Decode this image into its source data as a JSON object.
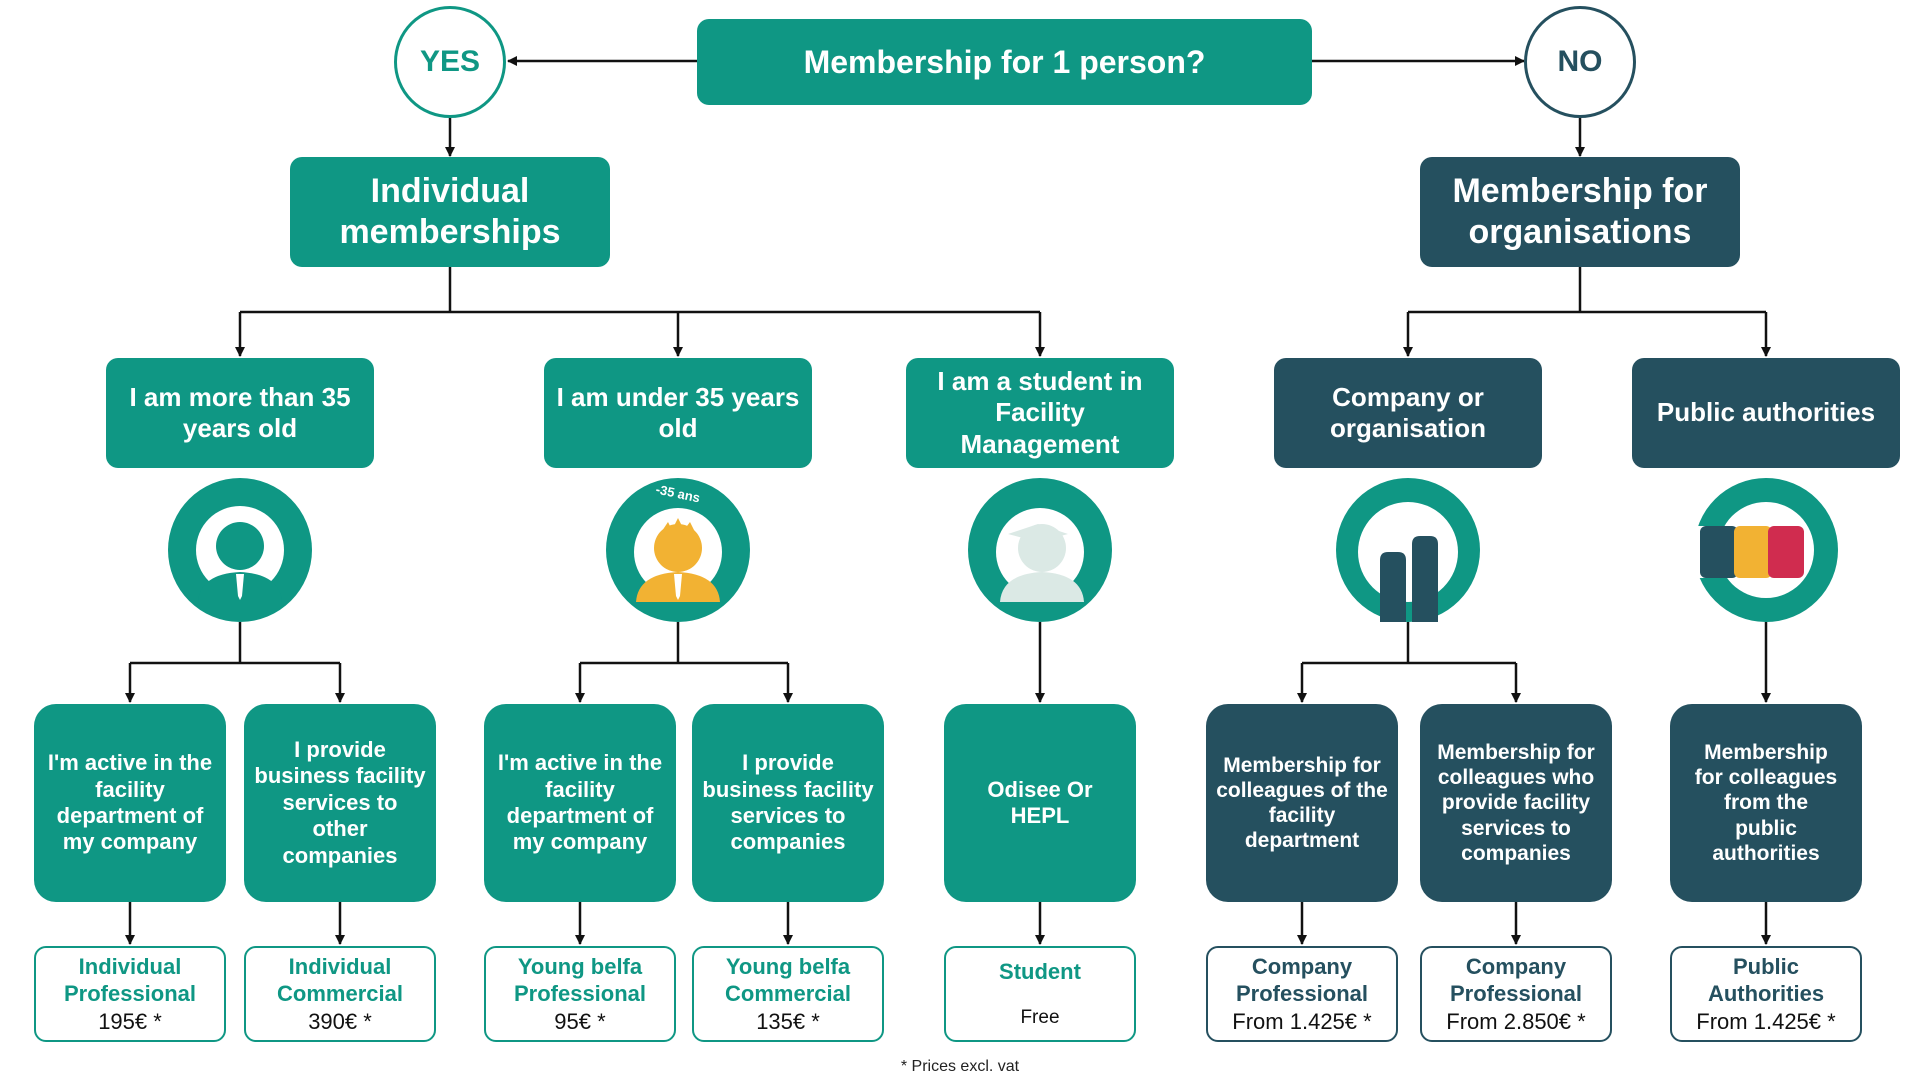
{
  "colors": {
    "teal": "#0f9784",
    "navy": "#25505f",
    "yellow": "#f2b233",
    "red": "#d02c4f",
    "light": "#dbe9e5"
  },
  "root": {
    "question": "Membership for 1 person?",
    "yes": "YES",
    "no": "NO"
  },
  "individual": {
    "title": "Individual memberships",
    "over35": {
      "label": "I am more than 35 years old",
      "icon": "person-icon",
      "facility": {
        "label": "I'm active in the facility department of my company",
        "price_name": "Individual Professional",
        "price": "195€ *"
      },
      "services": {
        "label": "I provide business facility services to other companies",
        "price_name": "Individual Commercial",
        "price": "390€ *"
      }
    },
    "under35": {
      "label": "I am under 35 years old",
      "icon": "young-person-icon",
      "badge": "-35 ans",
      "facility": {
        "label": "I'm active in the facility department of my company",
        "price_name": "Young belfa Professional",
        "price": "95€ *"
      },
      "services": {
        "label": "I provide business facility services to companies",
        "price_name": "Young belfa Commercial",
        "price": "135€ *"
      }
    },
    "student": {
      "label": "I am a student in Facility Management",
      "icon": "graduate-icon",
      "school": "Odisee Or HEPL",
      "price_name": "Student",
      "price": "Free"
    }
  },
  "organisations": {
    "title": "Membership for organisations",
    "company": {
      "label": "Company or organisation",
      "icon": "building-icon",
      "facility": {
        "label": "Membership for colleagues of the facility department",
        "price_name": "Company Professional",
        "price": "From 1.425€ *"
      },
      "services": {
        "label": "Membership for colleagues who provide facility services to companies",
        "price_name": "Company Professional",
        "price": "From 2.850€ *"
      }
    },
    "public": {
      "label": "Public authorities",
      "icon": "belgian-flag-icon",
      "colleagues": {
        "label": "Membership for colleagues from the public authorities",
        "price_name": "Public Authorities",
        "price": "From 1.425€ *"
      }
    }
  },
  "footnote": "* Prices excl. vat"
}
